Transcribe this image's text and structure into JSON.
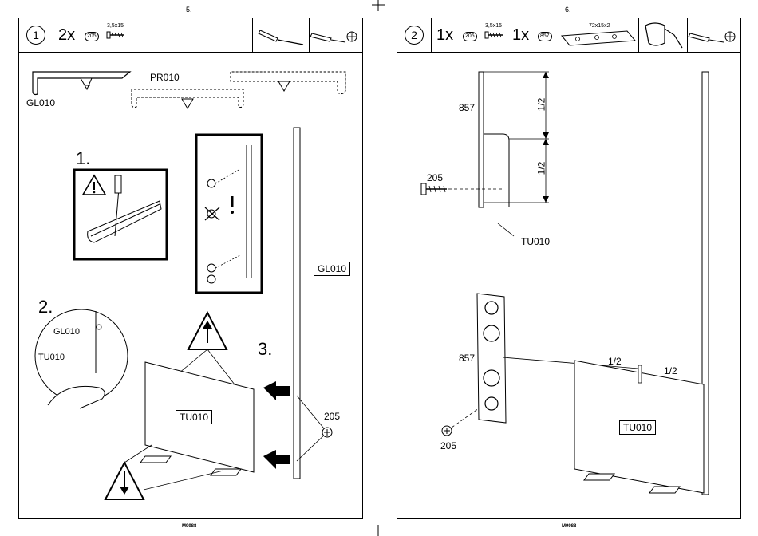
{
  "left_page": {
    "page_number": "5.",
    "step": "1",
    "header": {
      "qty": "2x",
      "part_code": "205",
      "screw_size": "3,5x15",
      "tools": [
        "screwdriver-icon",
        "power-drill-icon"
      ]
    },
    "labels": {
      "gl010": "GL010",
      "pr010": "PR010",
      "substep1": "1.",
      "substep2": "2.",
      "substep3": "3.",
      "gl010_detail": "GL010",
      "tu010_detail": "TU010",
      "gl010_boxed": "GL010",
      "tu010_boxed": "TU010",
      "screw_205": "205"
    },
    "footer": "M9988"
  },
  "right_page": {
    "page_number": "6.",
    "step": "2",
    "header": {
      "qty1": "1x",
      "part_code1": "205",
      "screw_size": "3,5x15",
      "qty2": "1x",
      "part_code2": "857",
      "plate_size": "72x15x2",
      "tools": [
        "glue-tube-icon",
        "power-drill-icon"
      ]
    },
    "labels": {
      "part_857_top": "857",
      "half_top": "1/2",
      "half_bottom": "1/2",
      "screw_205_top": "205",
      "tu010_top": "TU010",
      "part_857_mid": "857",
      "half_left": "1/2",
      "half_right": "1/2",
      "tu010_boxed": "TU010",
      "screw_205_bottom": "205"
    },
    "footer": "M9988"
  }
}
